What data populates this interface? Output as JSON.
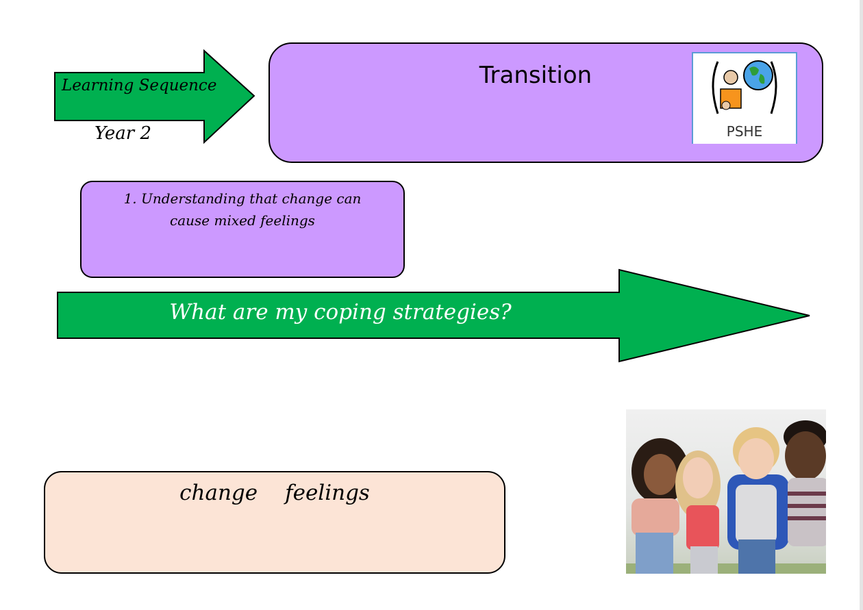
{
  "header": {
    "learning_sequence": "Learning Sequence",
    "year": "Year 2",
    "topic_title": "Transition",
    "subject_symbol_label": "PSHE"
  },
  "lesson_box": {
    "text": "1. Understanding that change can cause mixed feelings"
  },
  "question_arrow": {
    "text": "What are my coping strategies?"
  },
  "vocabulary_box": {
    "words": [
      "change",
      "feelings"
    ]
  },
  "colors": {
    "green": "#00b050",
    "purple": "#cc99ff",
    "peach": "#fce4d6"
  }
}
